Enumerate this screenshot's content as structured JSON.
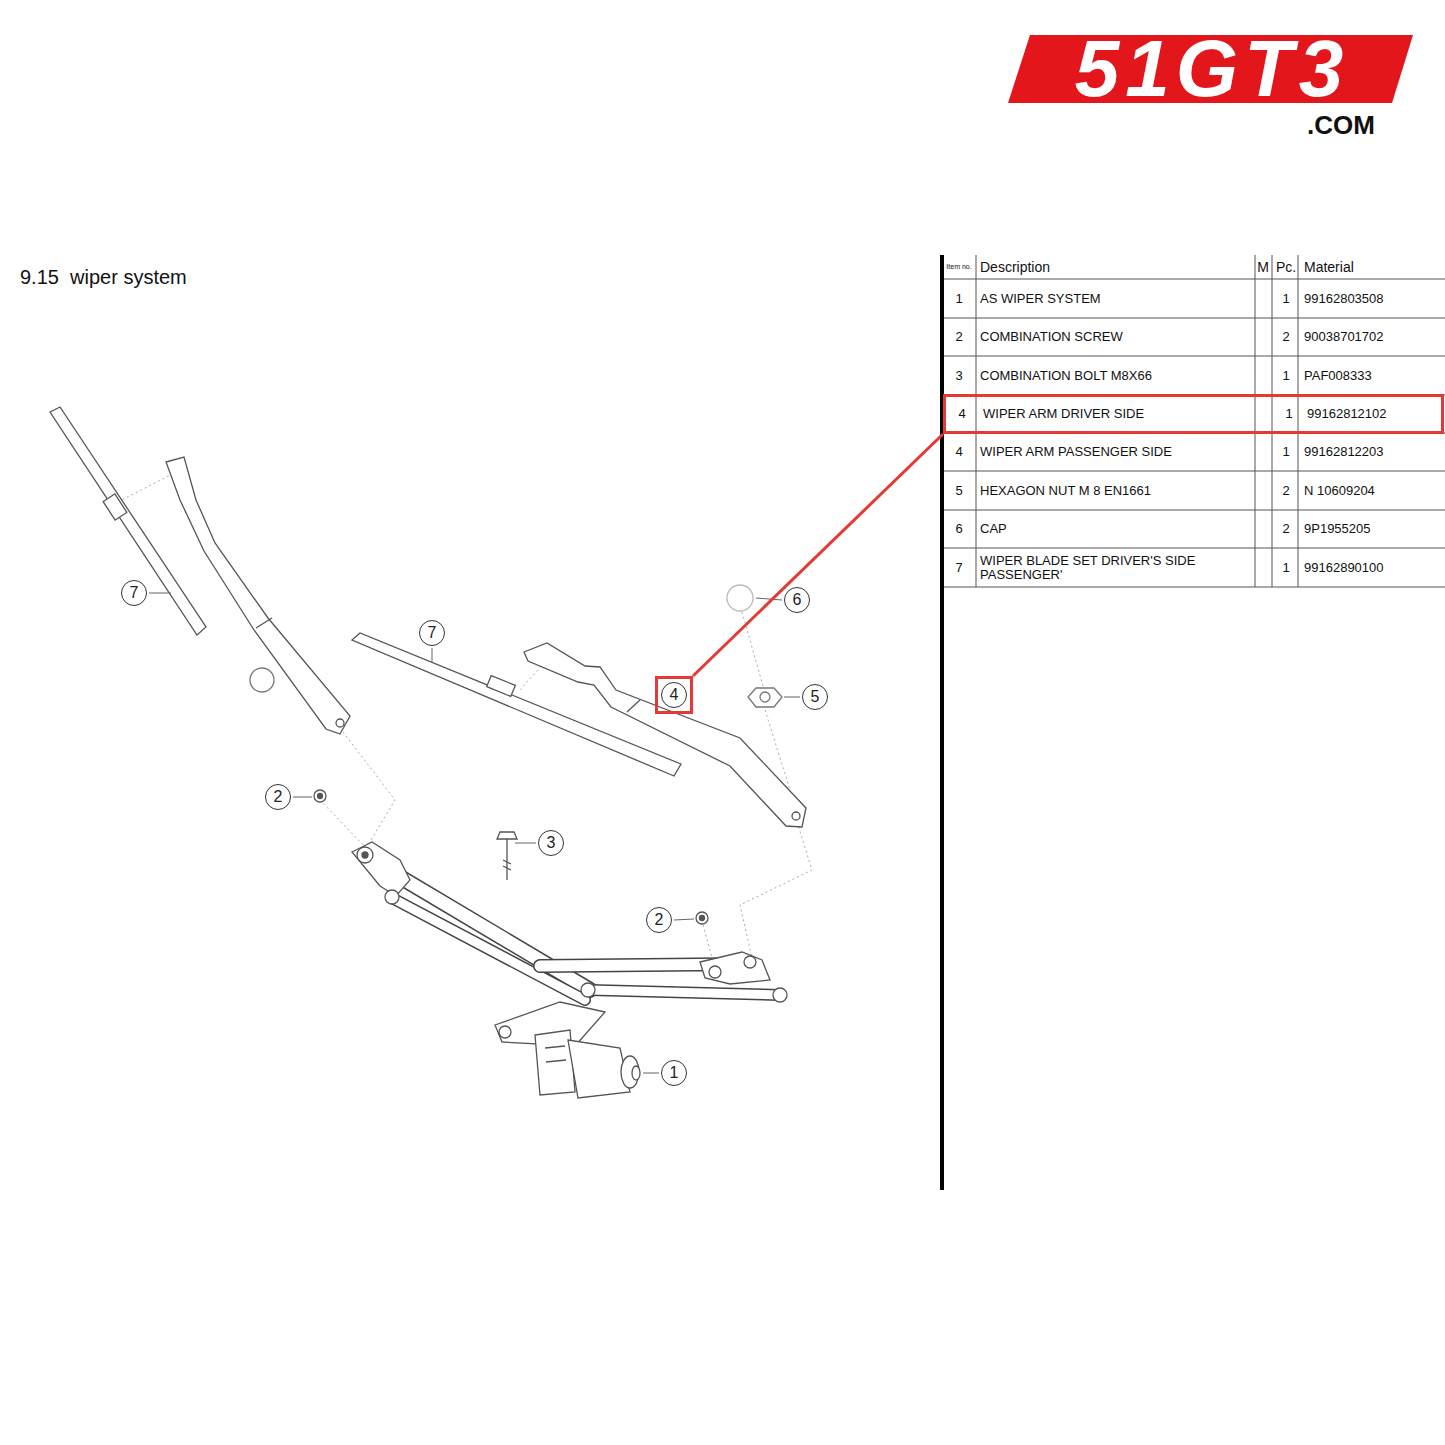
{
  "diagram": {
    "title": "9.15  wiper system",
    "nodes": [
      {
        "text": [
          "7"
        ]
      },
      {
        "text": [
          "7"
        ]
      },
      {
        "text": [
          "6"
        ]
      },
      {
        "text": [
          "4"
        ]
      },
      {
        "text": [
          "5"
        ]
      },
      {
        "text": [
          "2"
        ]
      },
      {
        "text": [
          "3"
        ]
      },
      {
        "text": [
          "2"
        ]
      },
      {
        "text": [
          "1"
        ]
      },
      {
        "text": [
          "4",
          "WIPER ARM DRIVER SIDE",
          "1",
          "99162812102"
        ]
      }
    ],
    "edges": [
      {
        "from": 9,
        "to": 3,
        "arrow": "none"
      }
    ],
    "labels": [
      "51GT3",
      ".COM",
      "Item no.",
      "Description",
      "M",
      "Pc.",
      "Material",
      "1",
      "AS WIPER SYSTEM",
      "1",
      "99162803508",
      "2",
      "COMBINATION SCREW",
      "2",
      "90038701702",
      "3",
      "COMBINATION BOLT M8X66",
      "1",
      "PAF008333",
      "4",
      "WIPER ARM PASSENGER SIDE",
      "1",
      "99162812203",
      "5",
      "HEXAGON NUT M 8 EN1661",
      "2",
      "N 10609204",
      "6",
      "CAP",
      "2",
      "9P1955205",
      "7",
      "WIPER BLADE SET DRIVER'S SIDE PASSENGER'",
      "1",
      "99162890100"
    ]
  }
}
